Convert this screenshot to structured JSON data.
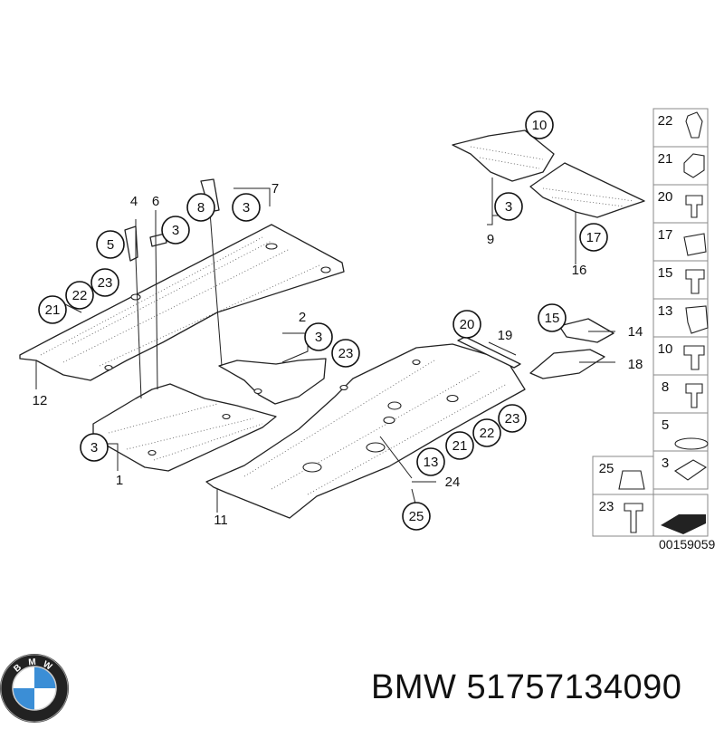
{
  "diagram": {
    "catalog_number": "00159059",
    "callouts": [
      {
        "id": "c-12",
        "text": "12",
        "circled": false
      },
      {
        "id": "c-21a",
        "text": "21",
        "circled": true
      },
      {
        "id": "c-22a",
        "text": "22",
        "circled": true
      },
      {
        "id": "c-23a",
        "text": "23",
        "circled": true
      },
      {
        "id": "c-5",
        "text": "5",
        "circled": true
      },
      {
        "id": "c-4",
        "text": "4",
        "circled": false
      },
      {
        "id": "c-6",
        "text": "6",
        "circled": false
      },
      {
        "id": "c-3a",
        "text": "3",
        "circled": true
      },
      {
        "id": "c-8",
        "text": "8",
        "circled": true
      },
      {
        "id": "c-3b",
        "text": "3",
        "circled": true
      },
      {
        "id": "c-7",
        "text": "7",
        "circled": false
      },
      {
        "id": "c-10",
        "text": "10",
        "circled": true
      },
      {
        "id": "c-3c",
        "text": "3",
        "circled": true
      },
      {
        "id": "c-9",
        "text": "9",
        "circled": false
      },
      {
        "id": "c-17",
        "text": "17",
        "circled": true
      },
      {
        "id": "c-16",
        "text": "16",
        "circled": false
      },
      {
        "id": "c-2",
        "text": "2",
        "circled": false
      },
      {
        "id": "c-3d",
        "text": "3",
        "circled": true
      },
      {
        "id": "c-23b",
        "text": "23",
        "circled": true
      },
      {
        "id": "c-20",
        "text": "20",
        "circled": true
      },
      {
        "id": "c-19",
        "text": "19",
        "circled": false
      },
      {
        "id": "c-15",
        "text": "15",
        "circled": true
      },
      {
        "id": "c-14",
        "text": "14",
        "circled": false
      },
      {
        "id": "c-18",
        "text": "18",
        "circled": false
      },
      {
        "id": "c-3e",
        "text": "3",
        "circled": true
      },
      {
        "id": "c-1",
        "text": "1",
        "circled": false
      },
      {
        "id": "c-23c",
        "text": "23",
        "circled": true
      },
      {
        "id": "c-22b",
        "text": "22",
        "circled": true
      },
      {
        "id": "c-21b",
        "text": "21",
        "circled": true
      },
      {
        "id": "c-13",
        "text": "13",
        "circled": true
      },
      {
        "id": "c-24",
        "text": "24",
        "circled": false
      },
      {
        "id": "c-25",
        "text": "25",
        "circled": true
      },
      {
        "id": "c-11",
        "text": "11",
        "circled": false
      }
    ],
    "hardware_column": [
      "22",
      "21",
      "20",
      "17",
      "15",
      "13",
      "10",
      "8",
      "5",
      "3"
    ],
    "hardware_bottom": [
      "25",
      "23"
    ]
  },
  "footer": {
    "brand": "BMW",
    "part_number": "51757134090",
    "logo_letters": "BMW"
  }
}
